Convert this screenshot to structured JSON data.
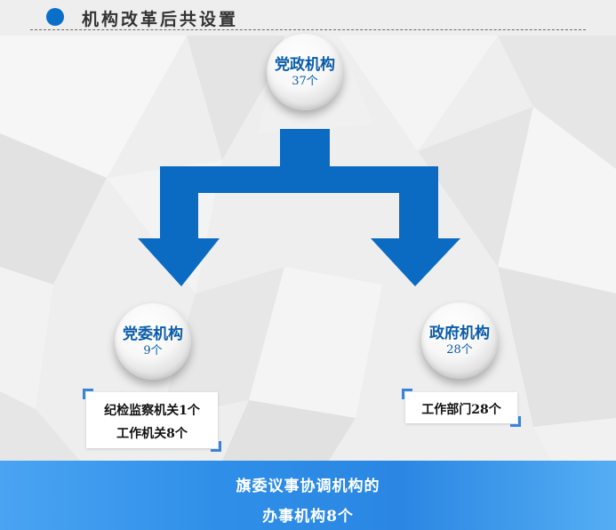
{
  "header": {
    "title": "机构改革后共设置"
  },
  "root": {
    "label": "党政机构",
    "count": "37个"
  },
  "left": {
    "label": "党委机构",
    "count": "9个",
    "items": [
      "纪检监察机关1个",
      "工作机关8个"
    ]
  },
  "right": {
    "label": "政府机构",
    "count": "28个",
    "items": [
      "工作部门28个"
    ]
  },
  "footer": {
    "line1": "旗委议事协调机构的",
    "line2": "办事机构8个"
  },
  "colors": {
    "accent": "#0a6fc8",
    "arrow": "#0b6bc2",
    "banner": "#2f8fe8"
  }
}
